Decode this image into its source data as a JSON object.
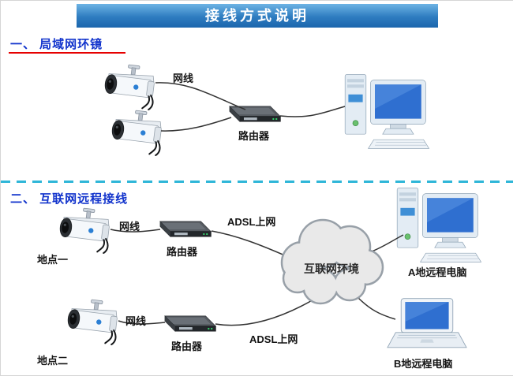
{
  "banner": {
    "title": "接线方式说明"
  },
  "section1": {
    "heading": "一、 局域网环镜",
    "cable_label": "网线",
    "router_label": "路由器"
  },
  "section2": {
    "heading": "二、 互联网远程接线",
    "site1": {
      "site_label": "地点一",
      "cable_label": "网线",
      "router_label": "路由器",
      "adsl_label": "ADSL上网"
    },
    "site2": {
      "site_label": "地点二",
      "cable_label": "网线",
      "router_label": "路由器",
      "adsl_label": "ADSL上网"
    },
    "cloud_label": "互联网环境",
    "computer_a_label": "A地远程电脑",
    "computer_b_label": "B地远程电脑"
  },
  "icons": {
    "camera": "bullet-cctv-camera",
    "router": "network-router",
    "desktop": "desktop-computer",
    "laptop": "laptop-computer",
    "cloud": "internet-cloud"
  },
  "colors": {
    "banner_gradient_top": "#6db3e4",
    "banner_gradient_bottom": "#1b66ad",
    "heading_blue": "#1133cc",
    "accent_red": "#e60000",
    "divider_cyan": "#2fb6d8",
    "screen_blue": "#2f6fd0"
  }
}
